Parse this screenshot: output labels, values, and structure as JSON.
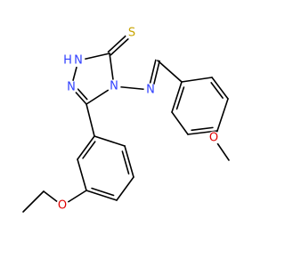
{
  "diagram": {
    "type": "chemical-structure",
    "atom_colors": {
      "N": "#3040ff",
      "S": "#c8a400",
      "O": "#e00000"
    },
    "labels": {
      "nh": "H",
      "n1": "N",
      "n2": "N",
      "n4": "N",
      "n_imine": "N",
      "s": "S",
      "o_methoxy": "O",
      "o_ethoxy": "O"
    }
  }
}
